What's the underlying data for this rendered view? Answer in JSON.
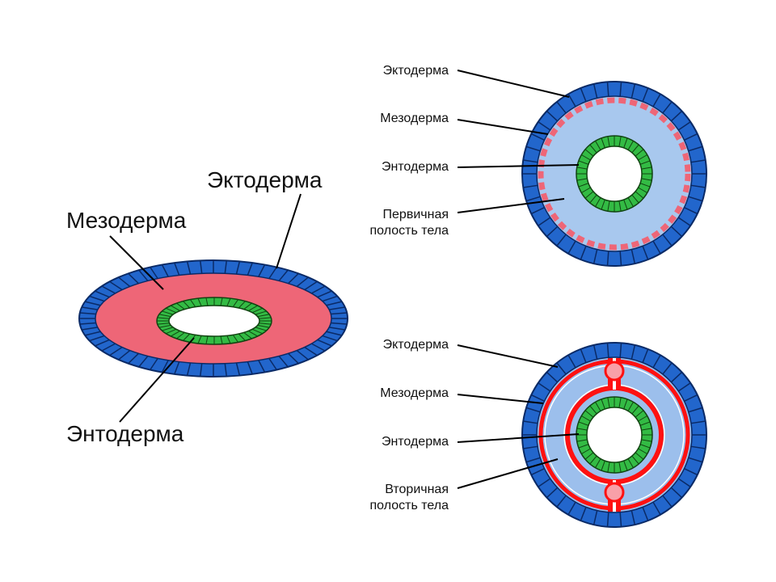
{
  "diagram": {
    "colors": {
      "ectoderm": "#2266cc",
      "ectoderm_outline": "#0a2a66",
      "mesoderm_fill": "#ee6677",
      "endoderm": "#33bb44",
      "cavity_primary": "#a8c8ee",
      "cavity_secondary": "#9cbfec",
      "mesoderm_lining": "#ff1111",
      "vessel": "#f8a0a8"
    },
    "left": {
      "ectoderm": "Эктодерма",
      "mesoderm": "Мезодерма",
      "endoderm": "Энтодерма"
    },
    "top_right": {
      "ectoderm": "Эктодерма",
      "mesoderm": "Мезодерма",
      "endoderm": "Энтодерма",
      "cavity_line1": "Первичная",
      "cavity_line2": "полость тела"
    },
    "bottom_right": {
      "ectoderm": "Эктодерма",
      "mesoderm": "Мезодерма",
      "endoderm": "Энтодерма",
      "cavity_line1": "Вторичная",
      "cavity_line2": "полость тела"
    }
  }
}
